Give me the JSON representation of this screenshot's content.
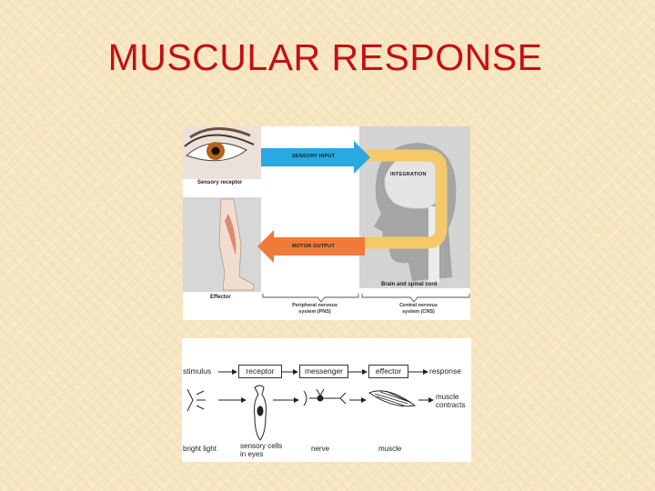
{
  "slide": {
    "title": "MUSCULAR RESPONSE"
  },
  "top_diagram": {
    "sensory_input": "SENSORY INPUT",
    "integration": "INTEGRATION",
    "motor_output": "MOTOR OUTPUT",
    "sensory_receptor": "Sensory receptor",
    "effector": "Effector",
    "brain_spinal": "Brain and spinal cord",
    "pns_line1": "Peripheral nervous",
    "pns_line2": "system (PNS)",
    "cns_line1": "Central nervous",
    "cns_line2": "system (CNS)",
    "colors": {
      "blue_arrow": "#2aa8e0",
      "orange_arrow": "#f07a3a",
      "integration": "#f5c969"
    }
  },
  "bottom_diagram": {
    "stimulus": "stimulus",
    "receptor": "receptor",
    "messenger": "messenger",
    "effector": "effector",
    "response": "response",
    "muscle_contracts_1": "muscle",
    "muscle_contracts_2": "contracts",
    "bright_light": "bright light",
    "sensory_cells_1": "sensory cells",
    "sensory_cells_2": "in eyes",
    "nerve": "nerve",
    "muscle": "muscle"
  }
}
